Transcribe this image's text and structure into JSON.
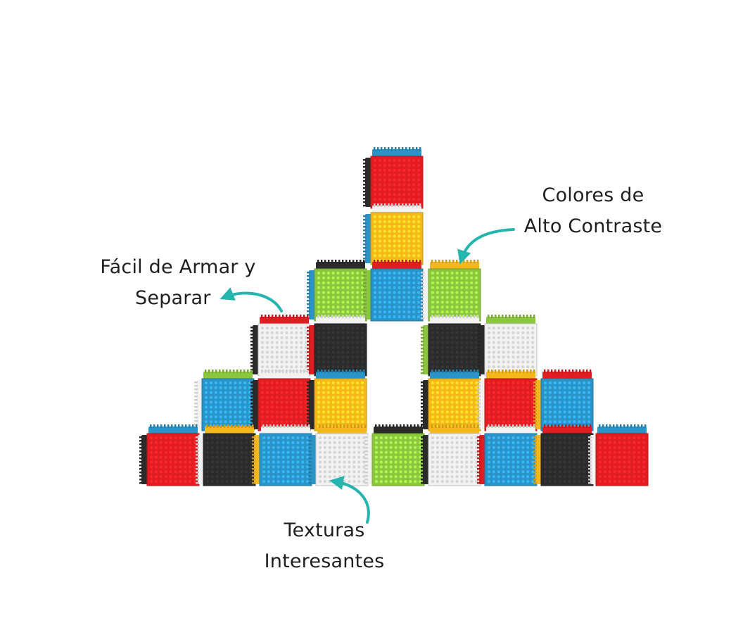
{
  "callouts": {
    "contrast": {
      "line1": "Colores de",
      "line2": "Alto Contraste"
    },
    "assembly": {
      "line1": "Fácil de Armar y",
      "line2": "Separar"
    },
    "texture": {
      "line1": "Texturas",
      "line2": "Interesantes"
    }
  },
  "colors": {
    "arrow": "#25b4ae",
    "text": "#1f1f1f",
    "red": "#e01e22",
    "yellow": "#f5b81c",
    "blue": "#2a94c8",
    "green": "#8cc63f",
    "black": "#2b2b2b",
    "white": "#f2f2f2"
  },
  "blocks": [
    {
      "face": "red",
      "top": "blue",
      "side": "black"
    },
    {
      "face": "yellow",
      "top": "white",
      "side": "blue"
    },
    {
      "face": "green",
      "top": "black",
      "side": "blue"
    },
    {
      "face": "blue",
      "top": "red",
      "side": "green"
    },
    {
      "face": "green",
      "top": "yellow",
      "side": "white"
    },
    {
      "face": "white",
      "top": "red",
      "side": "black"
    },
    {
      "face": "black",
      "top": "white",
      "side": "red"
    },
    {
      "face": "black",
      "top": "white",
      "side": "green"
    },
    {
      "face": "white",
      "top": "green",
      "side": "black"
    },
    {
      "face": "blue",
      "top": "green",
      "side": "white"
    },
    {
      "face": "red",
      "top": "white",
      "side": "black"
    },
    {
      "face": "yellow",
      "top": "blue",
      "side": "black"
    },
    {
      "face": "yellow",
      "top": "blue",
      "side": "black"
    },
    {
      "face": "red",
      "top": "yellow",
      "side": "white"
    },
    {
      "face": "blue",
      "top": "red",
      "side": "yellow"
    },
    {
      "face": "red",
      "top": "blue",
      "side": "black"
    },
    {
      "face": "black",
      "top": "yellow",
      "side": "white"
    },
    {
      "face": "blue",
      "top": "white",
      "side": "yellow"
    },
    {
      "face": "white",
      "top": "yellow",
      "side": "blue"
    },
    {
      "face": "green",
      "top": "black",
      "side": "white"
    },
    {
      "face": "white",
      "top": "yellow",
      "side": "black"
    },
    {
      "face": "blue",
      "top": "white",
      "side": "red"
    },
    {
      "face": "black",
      "top": "red",
      "side": "yellow"
    },
    {
      "face": "red",
      "top": "blue",
      "side": "white"
    }
  ]
}
